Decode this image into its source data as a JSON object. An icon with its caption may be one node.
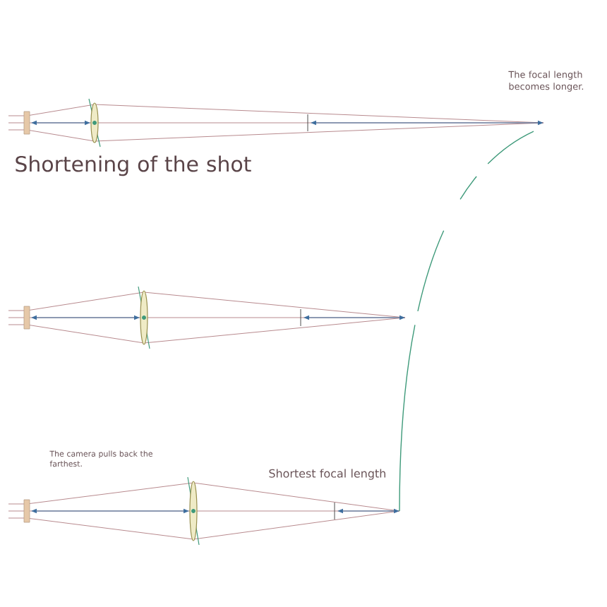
{
  "diagram": {
    "labels": [
      "The focal length becomes longer.",
      "Shortening of the shot",
      "The camera pulls back the farthest.",
      "Shortest focal length"
    ]
  }
}
